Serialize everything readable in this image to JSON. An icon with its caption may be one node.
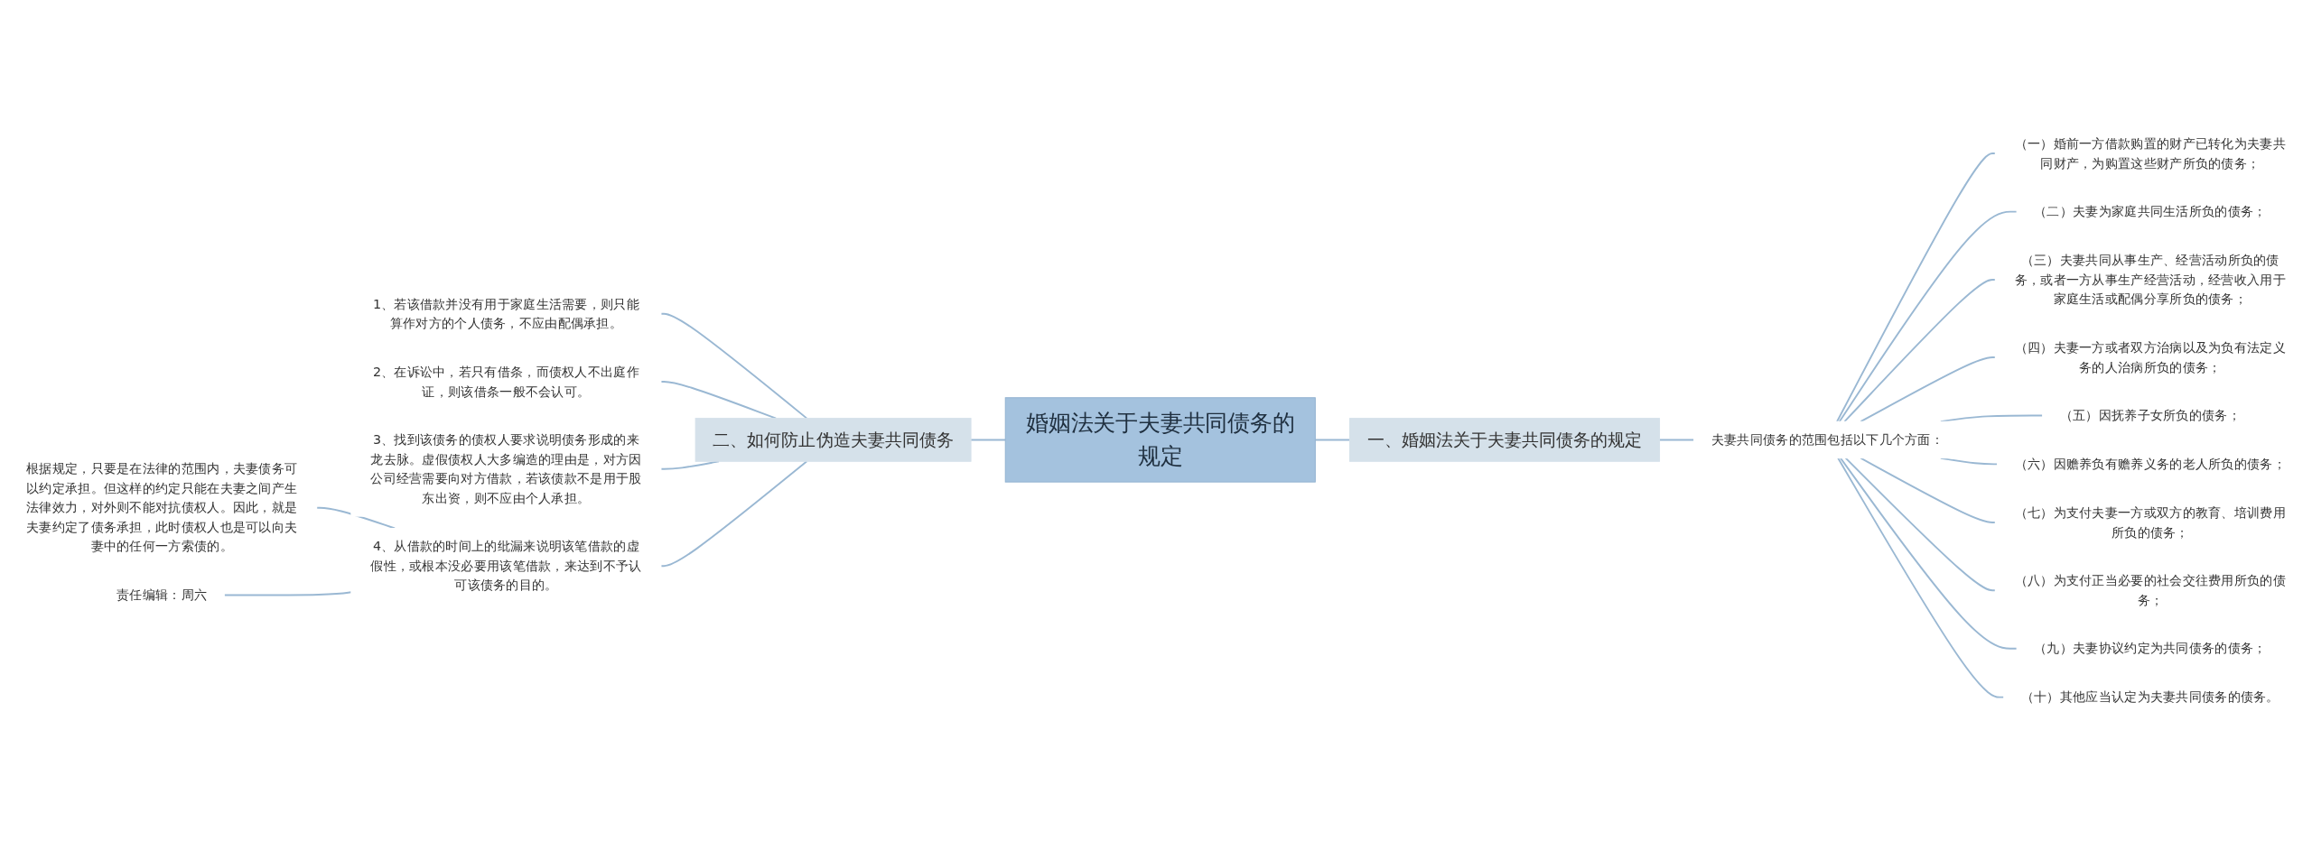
{
  "diagram": {
    "nodes": [
      {
        "text": [
          "婚姻法关于夫妻共同债务的规定"
        ]
      },
      {
        "text": [
          "一、婚姻法关于夫妻共同债务的规定"
        ]
      },
      {
        "text": [
          "夫妻共同债务的范围包括以下几个方面："
        ]
      },
      {
        "text": [
          "（一）婚前一方借款购置的财产已转化为夫妻共同财产，为购置这些财产所负的债务；"
        ]
      },
      {
        "text": [
          "（二）夫妻为家庭共同生活所负的债务；"
        ]
      },
      {
        "text": [
          "（三）夫妻共同从事生产、经营活动所负的债务，或者一方从事生产经营活动，经营收入用于家庭生活或配偶分享所负的债务；"
        ]
      },
      {
        "text": [
          "（四）夫妻一方或者双方治病以及为负有法定义务的人治病所负的债务；"
        ]
      },
      {
        "text": [
          "（五）因抚养子女所负的债务；"
        ]
      },
      {
        "text": [
          "（六）因赡养负有赡养义务的老人所负的债务；"
        ]
      },
      {
        "text": [
          "（七）为支付夫妻一方或双方的教育、培训费用所负的债务；"
        ]
      },
      {
        "text": [
          "（八）为支付正当必要的社会交往费用所负的债务；"
        ]
      },
      {
        "text": [
          "（九）夫妻协议约定为共同债务的债务；"
        ]
      },
      {
        "text": [
          "（十）其他应当认定为夫妻共同债务的债务。"
        ]
      },
      {
        "text": [
          "二、如何防止伪造夫妻共同债务"
        ]
      },
      {
        "text": [
          "1、若该借款并没有用于家庭生活需要，则只能算作对方的个人债务，不应由配偶承担。"
        ]
      },
      {
        "text": [
          "2、在诉讼中，若只有借条，而债权人不出庭作证，则该借条一般不会认可。"
        ]
      },
      {
        "text": [
          "3、找到该债务的债权人要求说明债务形成的来龙去脉。虚假债权人大多编造的理由是，对方因公司经营需要向对方借款，若该债款不是用于股东出资，则不应由个人承担。"
        ]
      },
      {
        "text": [
          "4、从借款的时间上的纰漏来说明该笔借款的虚假性，或根本没必要用该笔借款，来达到不予认可该债务的目的。"
        ]
      },
      {
        "text": [
          "根据规定，只要是在法律的范围内，夫妻债务可以约定承担。但这样的约定只能在夫妻之间产生法律效力，对外则不能对抗债权人。因此，就是夫妻约定了债务承担，此时债权人也是可以向夫妻中的任何一方索债的。"
        ]
      },
      {
        "text": [
          "责任编辑：周六"
        ]
      }
    ],
    "edges": [
      {
        "from": 0,
        "to": 1,
        "arrow": "none"
      },
      {
        "from": 1,
        "to": 2,
        "arrow": "none"
      },
      {
        "from": 2,
        "to": 3,
        "arrow": "none"
      },
      {
        "from": 2,
        "to": 4,
        "arrow": "none"
      },
      {
        "from": 2,
        "to": 5,
        "arrow": "none"
      },
      {
        "from": 2,
        "to": 6,
        "arrow": "none"
      },
      {
        "from": 2,
        "to": 7,
        "arrow": "none"
      },
      {
        "from": 2,
        "to": 8,
        "arrow": "none"
      },
      {
        "from": 2,
        "to": 9,
        "arrow": "none"
      },
      {
        "from": 2,
        "to": 10,
        "arrow": "none"
      },
      {
        "from": 2,
        "to": 11,
        "arrow": "none"
      },
      {
        "from": 2,
        "to": 12,
        "arrow": "none"
      },
      {
        "from": 0,
        "to": 13,
        "arrow": "none"
      },
      {
        "from": 13,
        "to": 14,
        "arrow": "none"
      },
      {
        "from": 13,
        "to": 15,
        "arrow": "none"
      },
      {
        "from": 13,
        "to": 16,
        "arrow": "none"
      },
      {
        "from": 13,
        "to": 17,
        "arrow": "none"
      },
      {
        "from": 17,
        "to": 18,
        "arrow": "none"
      },
      {
        "from": 17,
        "to": 19,
        "arrow": "none"
      }
    ]
  }
}
